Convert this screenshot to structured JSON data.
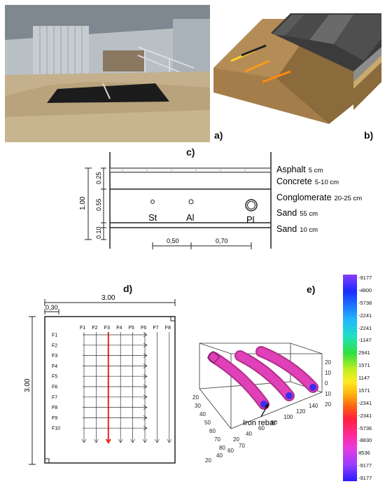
{
  "panel_labels": {
    "a": "a)",
    "b": "b)",
    "c": "c)",
    "d": "d)",
    "e": "e)"
  },
  "section": {
    "layers": [
      {
        "name": "Asphalt",
        "thickness": "5 cm"
      },
      {
        "name": "Concrete",
        "thickness": "5-10 cm"
      },
      {
        "name": "Conglomerate",
        "thickness": "20-25 cm"
      },
      {
        "name": "Sand",
        "thickness": "55 cm"
      },
      {
        "name": "Sand",
        "thickness": "10 cm"
      }
    ],
    "depth_total": "1.00",
    "depth_dims": [
      "0.25",
      "0.55",
      "0.10"
    ],
    "pipes": [
      "St",
      "Al",
      "Pl"
    ],
    "horiz_dims": [
      "0,50",
      "0,70"
    ]
  },
  "grid": {
    "width_label": "3.00",
    "height_label": "3.00",
    "offset_label": "0,30",
    "columns": [
      "F1",
      "F2",
      "F3",
      "F4",
      "F5",
      "F6",
      "F7",
      "F8"
    ],
    "rows": [
      "F1",
      "F2",
      "F3",
      "F4",
      "F5",
      "F6",
      "F7",
      "F8",
      "F9",
      "F10"
    ],
    "highlight_column": "F3",
    "highlight_color": "#e8281e"
  },
  "volume": {
    "annotation": "Iron rebar",
    "y_ticks": [
      "20",
      "30",
      "40",
      "50",
      "60",
      "70",
      "80"
    ],
    "x_ticks": [
      "20",
      "40",
      "60",
      "80",
      "100",
      "120",
      "140"
    ],
    "z_ticks": [
      "20",
      "10",
      "0",
      "10",
      "20"
    ],
    "depth_ticks": [
      "20",
      "40",
      "60",
      "70"
    ],
    "colorbar": [
      "-9177",
      "-4800",
      "-5738",
      "-2241",
      "-2241",
      "-1147",
      "2941",
      "1571",
      "1147",
      "1571",
      "-2341",
      "-2341",
      "-5736",
      "-8830",
      "8536",
      "-9177",
      "-9177"
    ]
  },
  "colors": {
    "pipe": "#e040b8",
    "pipe_dark": "#b0308a",
    "rebar": "#3a2cf0"
  }
}
